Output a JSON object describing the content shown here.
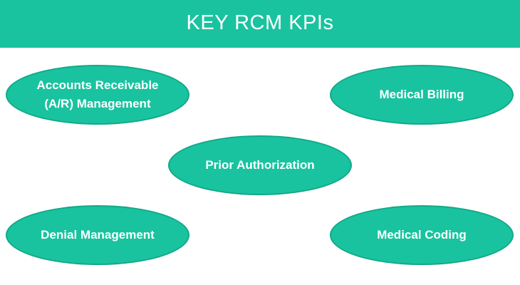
{
  "header": {
    "title": "KEY RCM KPIs"
  },
  "kpis": [
    {
      "label": "Accounts Receivable (A/R) Management"
    },
    {
      "label": "Medical Billing"
    },
    {
      "label": "Prior Authorization"
    },
    {
      "label": "Denial Management"
    },
    {
      "label": "Medical Coding"
    }
  ],
  "colors": {
    "accent": "#19c39f",
    "text_on_accent": "#ffffff",
    "background": "#ffffff"
  }
}
